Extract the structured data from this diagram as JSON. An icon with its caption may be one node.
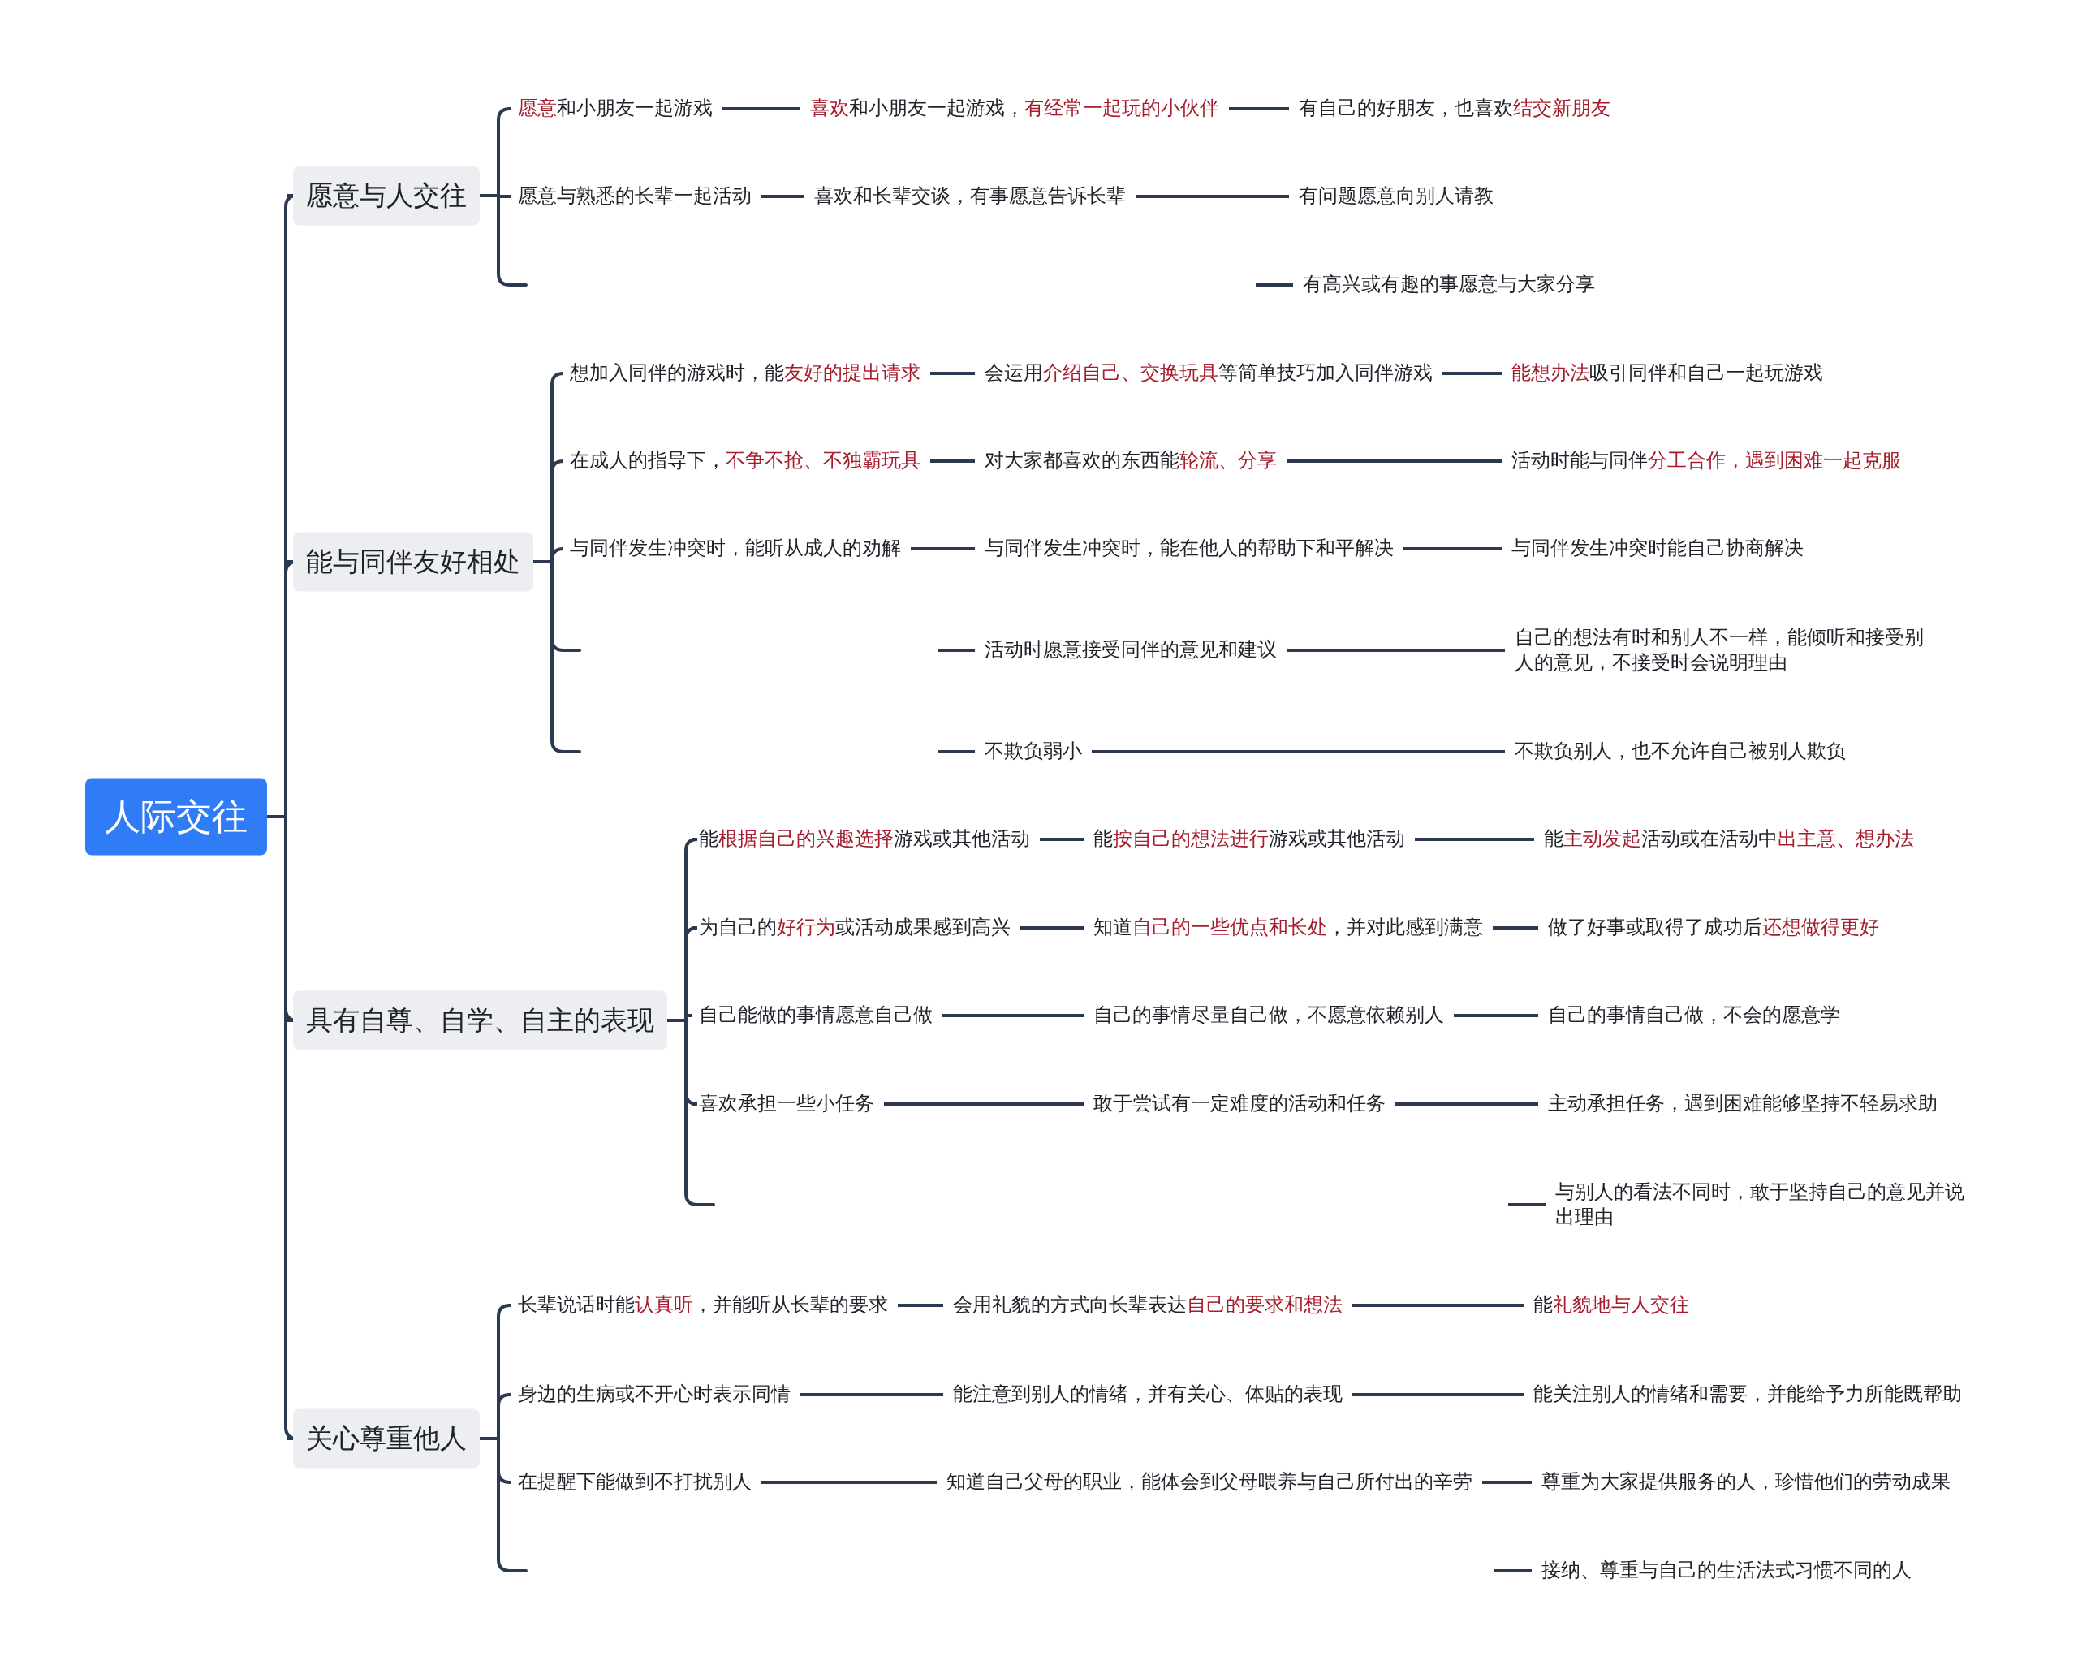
{
  "diagram": {
    "nodes": [
      {
        "text": [
          "人际交往"
        ]
      },
      {
        "text": [
          "愿意与人交往"
        ]
      },
      {
        "text": [
          "**愿意**和小朋友一起游戏"
        ]
      },
      {
        "text": [
          "**喜欢**和小朋友一起游戏，**有经常一起玩的小伙伴**"
        ]
      },
      {
        "text": [
          "有自己的好朋友，也喜欢**结交新朋友**"
        ]
      },
      {
        "text": [
          "愿意与熟悉的长辈一起活动"
        ]
      },
      {
        "text": [
          "喜欢和长辈交谈，有事愿意告诉长辈"
        ]
      },
      {
        "text": [
          "有问题愿意向别人请教"
        ]
      },
      {
        "text": [
          "有高兴或有趣的事愿意与大家分享"
        ]
      },
      {
        "text": [
          "能与同伴友好相处"
        ]
      },
      {
        "text": [
          "想加入同伴的游戏时，能**友好的提出请求**"
        ]
      },
      {
        "text": [
          "会运用**介绍自己、交换玩具**等简单技巧加入同伴游戏"
        ]
      },
      {
        "text": [
          "**能想办法**吸引同伴和自己一起玩游戏"
        ]
      },
      {
        "text": [
          "在成人的指导下，**不争不抢、不独霸玩具**"
        ]
      },
      {
        "text": [
          "对大家都喜欢的东西能**轮流、分享**"
        ]
      },
      {
        "text": [
          "活动时能与同伴**分工合作，遇到困难一起克服**"
        ]
      },
      {
        "text": [
          "与同伴发生冲突时，能听从成人的劝解"
        ]
      },
      {
        "text": [
          "与同伴发生冲突时，能在他人的帮助下和平解决"
        ]
      },
      {
        "text": [
          "与同伴发生冲突时能自己协商解决"
        ]
      },
      {
        "text": [
          "活动时愿意接受同伴的意见和建议"
        ]
      },
      {
        "text": [
          "自己的想法有时和别人不一样，能倾听和接受别人的意见，不接受时会说明理由"
        ]
      },
      {
        "text": [
          "不欺负弱小"
        ]
      },
      {
        "text": [
          "不欺负别人，也不允许自己被别人欺负"
        ]
      },
      {
        "text": [
          "具有自尊、自学、自主的表现"
        ]
      },
      {
        "text": [
          "能**根据自己的兴趣选择**游戏或其他活动"
        ]
      },
      {
        "text": [
          "能**按自己的想法进行**游戏或其他活动"
        ]
      },
      {
        "text": [
          "能**主动发起**活动或在活动中**出主意、想办法**"
        ]
      },
      {
        "text": [
          "为自己的**好行为**或活动成果感到高兴"
        ]
      },
      {
        "text": [
          "知道**自己的一些优点和长处**，并对此感到满意"
        ]
      },
      {
        "text": [
          "做了好事或取得了成功后**还想做得更好**"
        ]
      },
      {
        "text": [
          "自己能做的事情愿意自己做"
        ]
      },
      {
        "text": [
          "自己的事情尽量自己做，不愿意依赖别人"
        ]
      },
      {
        "text": [
          "自己的事情自己做，不会的愿意学"
        ]
      },
      {
        "text": [
          "喜欢承担一些小任务"
        ]
      },
      {
        "text": [
          "敢于尝试有一定难度的活动和任务"
        ]
      },
      {
        "text": [
          "主动承担任务，遇到困难能够坚持不轻易求助"
        ]
      },
      {
        "text": [
          "与别人的看法不同时，敢于坚持自己的意见并说出理由"
        ]
      },
      {
        "text": [
          "关心尊重他人"
        ]
      },
      {
        "text": [
          "长辈说话时能**认真听**，并能听从长辈的要求"
        ]
      },
      {
        "text": [
          "会用礼貌的方式向长辈表达**自己的要求和想法**"
        ]
      },
      {
        "text": [
          "能**礼貌地与人交往**"
        ]
      },
      {
        "text": [
          "身边的生病或不开心时表示同情"
        ]
      },
      {
        "text": [
          "能注意到别人的情绪，并有关心、体贴的表现"
        ]
      },
      {
        "text": [
          "能关注别人的情绪和需要，并能给予力所能既帮助"
        ]
      },
      {
        "text": [
          "在提醒下能做到不打扰别人"
        ]
      },
      {
        "text": [
          "知道自己父母的职业，能体会到父母喂养与自己所付出的辛劳"
        ]
      },
      {
        "text": [
          "尊重为大家提供服务的人，珍惜他们的劳动成果"
        ]
      },
      {
        "text": [
          "接纳、尊重与自己的生活法式习惯不同的人"
        ]
      }
    ],
    "edges": [
      {
        "from": 0,
        "to": 1,
        "arrow": "none"
      },
      {
        "from": 0,
        "to": 9,
        "arrow": "none"
      },
      {
        "from": 0,
        "to": 23,
        "arrow": "none"
      },
      {
        "from": 0,
        "to": 37,
        "arrow": "none"
      },
      {
        "from": 1,
        "to": 2,
        "arrow": "none"
      },
      {
        "from": 1,
        "to": 5,
        "arrow": "none"
      },
      {
        "from": 2,
        "to": 3,
        "arrow": "none"
      },
      {
        "from": 3,
        "to": 4,
        "arrow": "none"
      },
      {
        "from": 5,
        "to": 6,
        "arrow": "none"
      },
      {
        "from": 6,
        "to": 7,
        "arrow": "none"
      },
      {
        "from": null,
        "to": 8,
        "arrow": "none"
      },
      {
        "from": 9,
        "to": 10,
        "arrow": "none"
      },
      {
        "from": 9,
        "to": 13,
        "arrow": "none"
      },
      {
        "from": 9,
        "to": 16,
        "arrow": "none"
      },
      {
        "from": 10,
        "to": 11,
        "arrow": "none"
      },
      {
        "from": 11,
        "to": 12,
        "arrow": "none"
      },
      {
        "from": 13,
        "to": 14,
        "arrow": "none"
      },
      {
        "from": 14,
        "to": 15,
        "arrow": "none"
      },
      {
        "from": 16,
        "to": 17,
        "arrow": "none"
      },
      {
        "from": 17,
        "to": 18,
        "arrow": "none"
      },
      {
        "from": null,
        "to": 19,
        "arrow": "none"
      },
      {
        "from": 19,
        "to": 20,
        "arrow": "none"
      },
      {
        "from": null,
        "to": 21,
        "arrow": "none"
      },
      {
        "from": 21,
        "to": 22,
        "arrow": "none"
      },
      {
        "from": 23,
        "to": 24,
        "arrow": "none"
      },
      {
        "from": 23,
        "to": 27,
        "arrow": "none"
      },
      {
        "from": 23,
        "to": 30,
        "arrow": "none"
      },
      {
        "from": 23,
        "to": 33,
        "arrow": "none"
      },
      {
        "from": 24,
        "to": 25,
        "arrow": "none"
      },
      {
        "from": 25,
        "to": 26,
        "arrow": "none"
      },
      {
        "from": 27,
        "to": 28,
        "arrow": "none"
      },
      {
        "from": 28,
        "to": 29,
        "arrow": "none"
      },
      {
        "from": 30,
        "to": 31,
        "arrow": "none"
      },
      {
        "from": 31,
        "to": 32,
        "arrow": "none"
      },
      {
        "from": 33,
        "to": 34,
        "arrow": "none"
      },
      {
        "from": 34,
        "to": 35,
        "arrow": "none"
      },
      {
        "from": null,
        "to": 36,
        "arrow": "none"
      },
      {
        "from": 37,
        "to": 38,
        "arrow": "none"
      },
      {
        "from": 37,
        "to": 41,
        "arrow": "none"
      },
      {
        "from": 37,
        "to": 44,
        "arrow": "none"
      },
      {
        "from": 38,
        "to": 39,
        "arrow": "none"
      },
      {
        "from": 39,
        "to": 40,
        "arrow": "none"
      },
      {
        "from": 41,
        "to": 42,
        "arrow": "none"
      },
      {
        "from": 42,
        "to": 43,
        "arrow": "none"
      },
      {
        "from": 44,
        "to": 45,
        "arrow": "none"
      },
      {
        "from": 45,
        "to": 46,
        "arrow": "none"
      },
      {
        "from": null,
        "to": 47,
        "arrow": "none"
      }
    ]
  }
}
